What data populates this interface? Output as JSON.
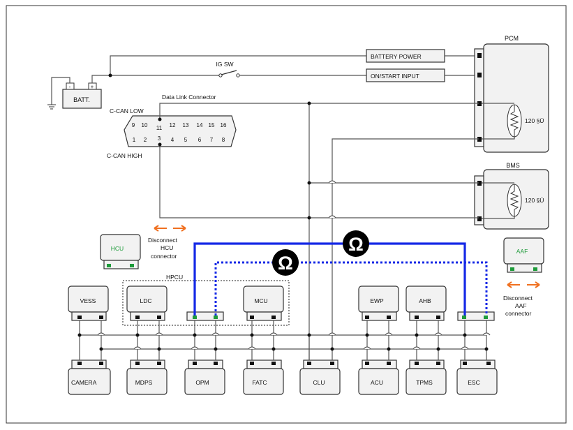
{
  "colors": {
    "can_wire": "#555555",
    "probe_solid": "#1428e6",
    "probe_dotted": "#1428e6",
    "arrow": "#f07020",
    "label_green": "#1e9b3a",
    "connector_pin": "#1e9b3a"
  },
  "battery": {
    "label": "BATT.",
    "plus": "+",
    "minus": "-"
  },
  "switch": {
    "label": "IG SW"
  },
  "signals": {
    "battery_power": "BATTERY POWER",
    "on_start_input": "ON/START INPUT"
  },
  "pcm": {
    "label": "PCM",
    "resistor": "120 §Ü"
  },
  "bms": {
    "label": "BMS",
    "resistor": "120 §Ü"
  },
  "dlc": {
    "title": "Data Link Connector",
    "can_low": "C-CAN LOW",
    "can_high": "C-CAN HIGH",
    "top_pins": [
      "9",
      "10",
      "11",
      "12",
      "13",
      "14",
      "15",
      "16"
    ],
    "bottom_pins": [
      "1",
      "2",
      "3",
      "4",
      "5",
      "6",
      "7",
      "8"
    ]
  },
  "hcu": {
    "label": "HCU",
    "note": [
      "Disconnect",
      "HCU",
      "connector"
    ]
  },
  "aaf": {
    "label": "AAF",
    "note": [
      "Disconnect",
      "AAF",
      "connector"
    ]
  },
  "ohm": "Ω",
  "hpcu": {
    "label": "HPCU"
  },
  "upper_modules": [
    "VESS",
    "LDC",
    "MCU",
    "EWP",
    "AHB"
  ],
  "lower_modules": [
    "CAMERA",
    "MDPS",
    "OPM",
    "FATC",
    "CLU",
    "ACU",
    "TPMS",
    "ESC"
  ]
}
